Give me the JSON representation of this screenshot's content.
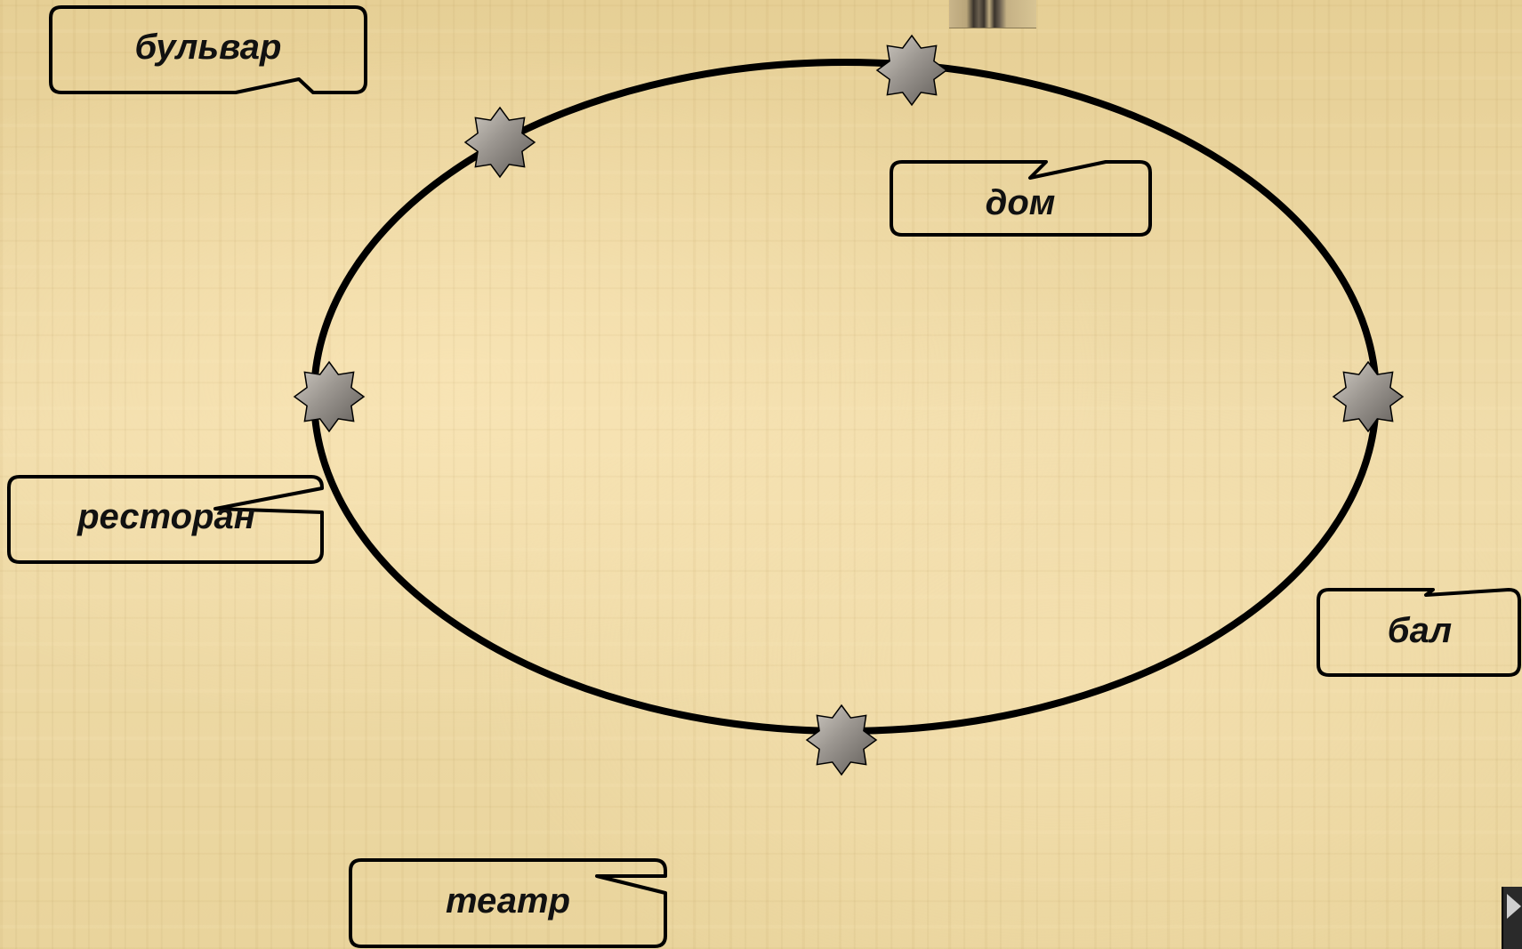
{
  "labels": {
    "bulvar": "бульвар",
    "dom": "дом",
    "restoran": "ресторан",
    "bal": "бал",
    "teatr": "театр"
  },
  "colors": {
    "ellipse_stroke": "#000000",
    "star_fill_light": "#c9c4bc",
    "star_fill_dark": "#6e6a66",
    "callout_border": "#000000"
  },
  "icons": {
    "star_marker": "eight-point-star",
    "photo": "portrait-photo-thumbnail",
    "corner": "navigation-corner-button"
  }
}
